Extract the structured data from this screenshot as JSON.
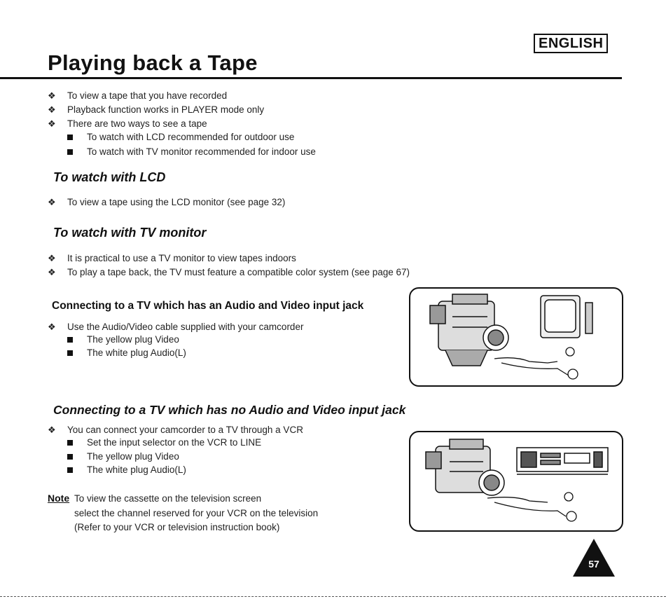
{
  "header": {
    "language": "ENGLISH",
    "title": "Playing back a Tape"
  },
  "intro": {
    "bullets": [
      "To view a tape that you have recorded",
      "Playback function works in PLAYER mode only",
      "There are two ways to see a tape"
    ],
    "sub_bullets": [
      "To watch with LCD  recommended for outdoor use",
      "To watch with TV monitor  recommended for indoor use"
    ]
  },
  "lcd_section": {
    "heading": "To watch with LCD",
    "bullets": [
      "To view a tape using the LCD monitor  (see page 32)"
    ]
  },
  "tv_section": {
    "heading": "To watch with TV monitor",
    "bullets": [
      "It is practical to use a TV monitor to view tapes indoors",
      "To play a tape back, the TV must feature a compatible color system  (see page 67)"
    ]
  },
  "av_jack_section": {
    "heading": "Connecting to a TV which has an Audio and Video input jack",
    "bullets": [
      "Use the Audio/Video cable supplied with your camcorder"
    ],
    "sub_bullets": [
      "The yellow plug  Video",
      "The white plug  Audio(L)"
    ]
  },
  "no_av_section": {
    "heading": "Connecting to a TV which has no Audio and Video input jack",
    "bullets": [
      "You can connect your camcorder to a TV through a VCR"
    ],
    "sub_bullets": [
      "Set the input selector on the VCR to LINE",
      "The yellow plug  Video",
      "The white plug  Audio(L)"
    ]
  },
  "note": {
    "label": "Note",
    "lines": [
      "To view the cassette on the television screen",
      "select the channel reserved for your VCR on the television",
      "(Refer to your VCR or television instruction book)"
    ]
  },
  "page_number": "57"
}
